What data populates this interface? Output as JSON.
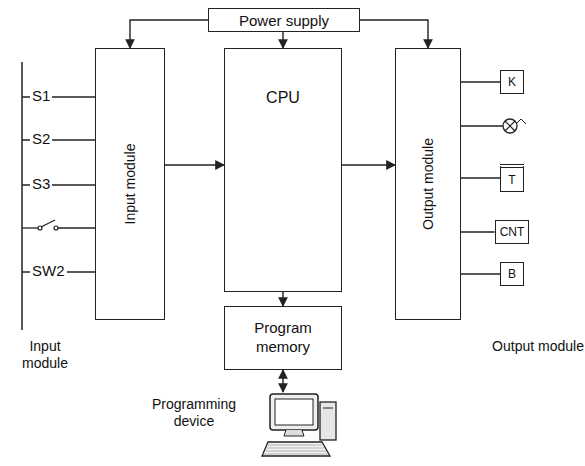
{
  "diagram": {
    "nodes": [
      {
        "text": [
          "Power supply"
        ]
      },
      {
        "text": [
          "Input module"
        ]
      },
      {
        "text": [
          "CPU"
        ]
      },
      {
        "text": [
          "Output module"
        ]
      },
      {
        "text": [
          "Program memory"
        ]
      },
      {
        "text": [
          "Programming device"
        ]
      },
      {
        "text": [
          "K"
        ]
      },
      {
        "text": [
          "T"
        ]
      },
      {
        "text": [
          "CNT"
        ]
      },
      {
        "text": [
          "B"
        ]
      }
    ],
    "edges": [
      {
        "from": 0,
        "to": 1,
        "arrow": "to"
      },
      {
        "from": 0,
        "to": 2,
        "arrow": "to"
      },
      {
        "from": 0,
        "to": 3,
        "arrow": "to"
      },
      {
        "from": 1,
        "to": 2,
        "arrow": "to"
      },
      {
        "from": 2,
        "to": 3,
        "arrow": "to"
      },
      {
        "from": 2,
        "to": 4,
        "arrow": "to"
      },
      {
        "from": 4,
        "to": 5,
        "arrow": "both"
      },
      {
        "from": 3,
        "to": 6,
        "arrow": "none"
      },
      {
        "from": 3,
        "to": 7,
        "arrow": "none"
      },
      {
        "from": 3,
        "to": 8,
        "arrow": "none"
      },
      {
        "from": 3,
        "to": 9,
        "arrow": "none"
      }
    ],
    "labels": [
      "S1",
      "S2",
      "S3",
      "SW2",
      "Input module",
      "Output module"
    ]
  }
}
